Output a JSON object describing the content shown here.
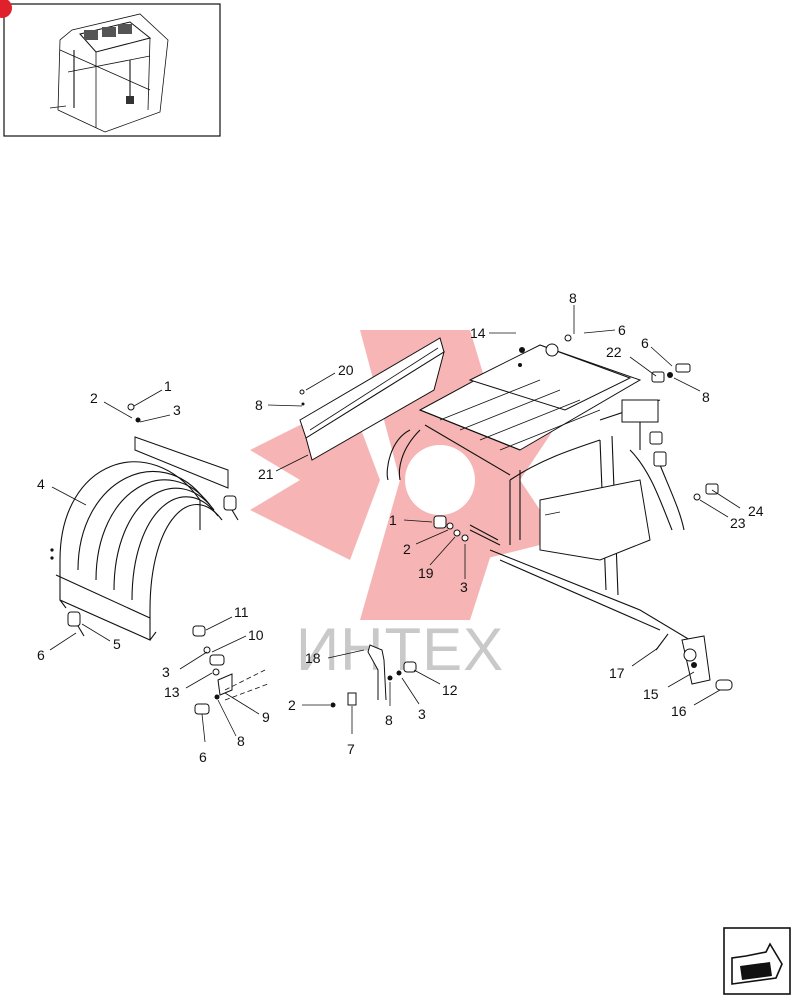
{
  "watermark": {
    "text": "ИНТЕХ",
    "color": "#f07878"
  },
  "callouts": [
    "1",
    "2",
    "3",
    "4",
    "5",
    "6",
    "7",
    "8",
    "9",
    "10",
    "11",
    "12",
    "13",
    "14",
    "15",
    "16",
    "17",
    "18",
    "19",
    "20",
    "21",
    "22",
    "23",
    "24"
  ],
  "labels": {
    "l1a": "1",
    "l2a": "2",
    "l3a": "3",
    "l4": "4",
    "l5": "5",
    "l6a": "6",
    "l11": "11",
    "l10": "10",
    "l3b": "3",
    "l13": "13",
    "l9": "9",
    "l8a": "8",
    "l6b": "6",
    "l8b": "8",
    "l20": "20",
    "l21": "21",
    "l14": "14",
    "l8c": "8",
    "l6c": "6",
    "l22": "22",
    "l6d": "6",
    "l8d": "8",
    "l1b": "1",
    "l2b": "2",
    "l19": "19",
    "l3c": "3",
    "l24": "24",
    "l23": "23",
    "l18": "18",
    "l2c": "2",
    "l7": "7",
    "l8e": "8",
    "l3d": "3",
    "l12": "12",
    "l17": "17",
    "l15": "15",
    "l16": "16"
  },
  "icons": {
    "thumbnail": "cab-assembly-thumbnail",
    "nav": "next-page-arrow-icon"
  }
}
